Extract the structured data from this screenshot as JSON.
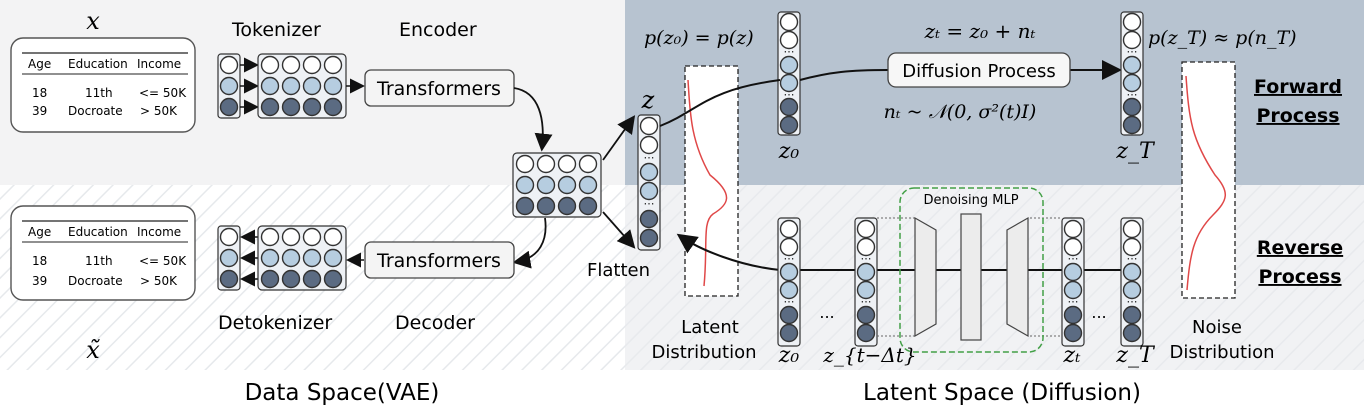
{
  "data_space": {
    "title": "Data Space(VAE)",
    "x_symbol": "x",
    "x_tilde_symbol": "x̃",
    "tokenizer_label": "Tokenizer",
    "encoder_label": "Encoder",
    "detokenizer_label": "Detokenizer",
    "decoder_label": "Decoder",
    "transformers_label": "Transformers",
    "flatten_label": "Flatten",
    "table": {
      "headers": [
        "Age",
        "Education",
        "Income"
      ],
      "rows": [
        [
          "18",
          "11th",
          "<= 50K"
        ],
        [
          "39",
          "Docroate",
          "> 50K"
        ]
      ]
    }
  },
  "latent_space": {
    "title": "Latent Space (Diffusion)",
    "z_symbol": "z",
    "pz0_formula": "p(z₀) = p(z)",
    "zt_formula": "zₜ = z₀ + nₜ",
    "pzT_formula": "p(z_T) ≈ p(n_T)",
    "nt_formula": "nₜ ~ 𝒩(0, σ²(t)I)",
    "diffusion_process_label": "Diffusion Process",
    "forward_process_label1": "Forward",
    "forward_process_label2": "Process",
    "reverse_process_label1": "Reverse",
    "reverse_process_label2": "Process",
    "denoising_mlp_label": "Denoising MLP",
    "latent_distribution_label1": "Latent",
    "latent_distribution_label2": "Distribution",
    "noise_distribution_label1": "Noise",
    "noise_distribution_label2": "Distribution",
    "z0_label": "z₀",
    "zT_label": "z_T",
    "zt_label": "zₜ",
    "zt_minus_label": "z_{t−Δt}",
    "ellipsis": "..."
  },
  "colors": {
    "forward_bg": "#b7c3d0",
    "reverse_bg": "#eceff1",
    "light_circle": "#ffffff",
    "mid_circle": "#b6cde0",
    "dark_circle": "#5b6b82",
    "curve": "#e04848",
    "mlp_border": "#43a047"
  }
}
